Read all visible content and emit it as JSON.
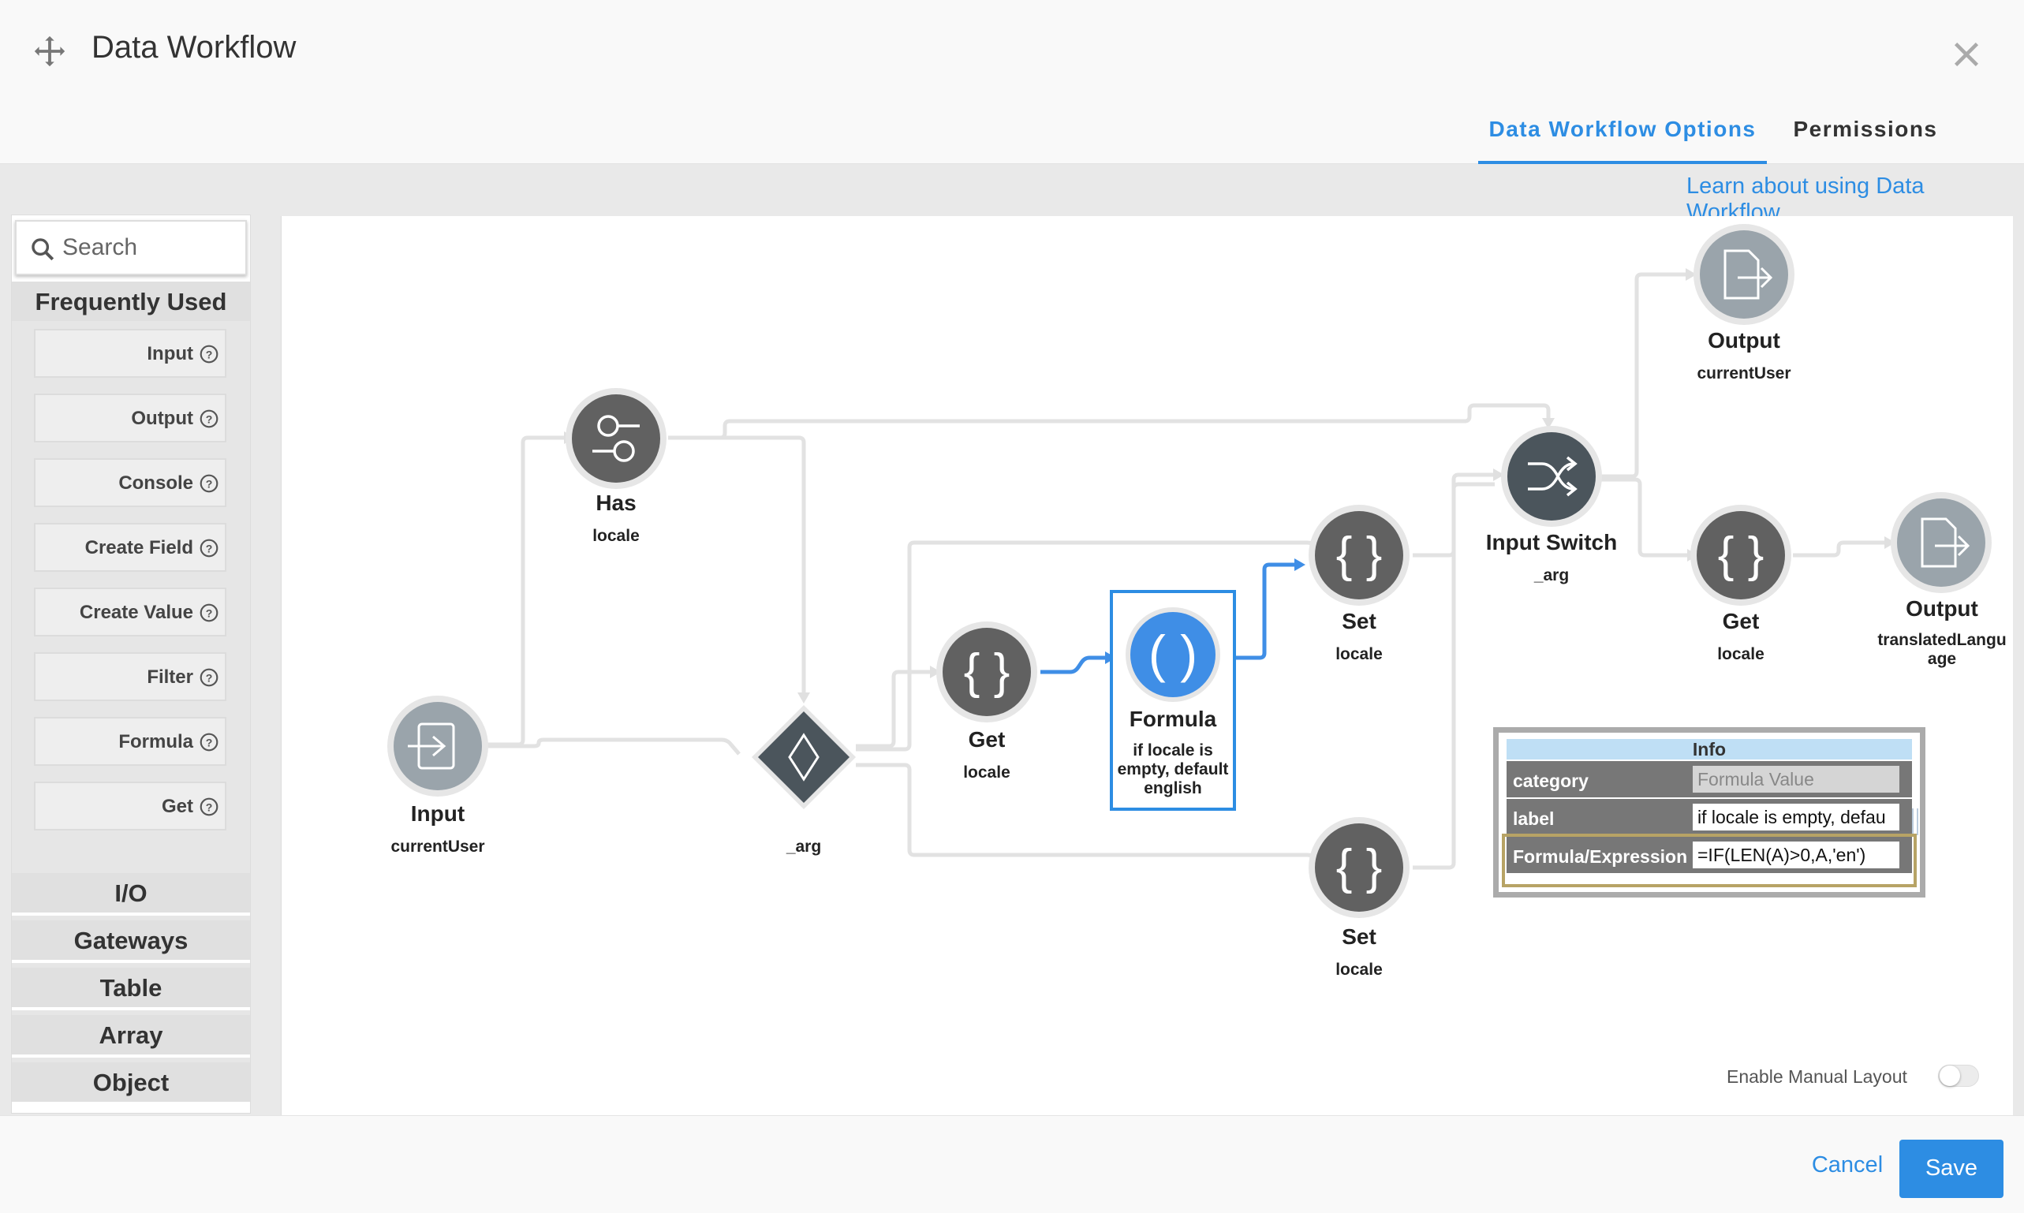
{
  "header": {
    "title": "Data Workflow",
    "tabs": [
      {
        "label": "Data Workflow Options",
        "active": true
      },
      {
        "label": "Permissions",
        "active": false
      }
    ]
  },
  "learn_link": "Learn about using Data Workflow",
  "sidebar": {
    "search_placeholder": "Search",
    "frequently_used": "Frequently Used",
    "items": [
      "Input",
      "Output",
      "Console",
      "Create Field",
      "Create Value",
      "Filter",
      "Formula",
      "Get"
    ],
    "categories": [
      "I/O",
      "Gateways",
      "Table",
      "Array",
      "Object"
    ]
  },
  "nodes": {
    "input": {
      "title": "Input",
      "sub": "currentUser"
    },
    "has": {
      "title": "Has",
      "sub": "locale"
    },
    "gateway": {
      "title": "",
      "sub": "_arg"
    },
    "get1": {
      "title": "Get",
      "sub": "locale"
    },
    "formula": {
      "title": "Formula",
      "sub": "if locale is empty, default english"
    },
    "set1": {
      "title": "Set",
      "sub": "locale"
    },
    "set2": {
      "title": "Set",
      "sub": "locale"
    },
    "switch": {
      "title": "Input Switch",
      "sub": "_arg"
    },
    "output1": {
      "title": "Output",
      "sub": "currentUser"
    },
    "get2": {
      "title": "Get",
      "sub": "locale"
    },
    "output2": {
      "title": "Output",
      "sub": "translatedLanguage"
    }
  },
  "info": {
    "title": "Info",
    "rows": [
      {
        "key": "category",
        "value": "Formula Value"
      },
      {
        "key": "label",
        "value": "if locale is empty, defau"
      },
      {
        "key": "Formula/Expression",
        "value": "=IF(LEN(A)>0,A,'en')"
      }
    ]
  },
  "manual_layout_label": "Enable Manual Layout",
  "manual_layout_enabled": false,
  "footer": {
    "cancel": "Cancel",
    "save": "Save"
  },
  "colors": {
    "accent": "#2d8de3",
    "node_gray": "#616161",
    "node_light": "#9aa4ab",
    "selected": "#3f8ee6"
  }
}
